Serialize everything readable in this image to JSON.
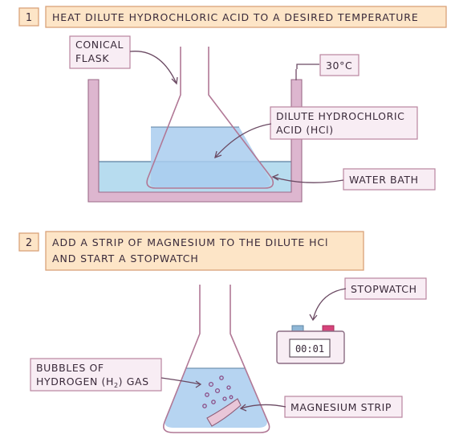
{
  "steps": [
    {
      "number": "1",
      "text": "HEAT DILUTE HYDROCHLORIC ACID TO A DESIRED TEMPERATURE"
    },
    {
      "number": "2",
      "line1": "ADD A STRIP OF MAGNESIUM TO THE DILUTE HCl",
      "line2": "AND START A STOPWATCH"
    }
  ],
  "labels": {
    "conical_flask_1": "CONICAL",
    "conical_flask_2": "FLASK",
    "temperature": "30°C",
    "acid_1": "DILUTE HYDROCHLORIC",
    "acid_2": "ACID (HCl)",
    "water_bath": "WATER BATH",
    "stopwatch": "STOPWATCH",
    "bubbles_1": "BUBBLES OF",
    "bubbles_2_pre": "HYDROGEN (H",
    "bubbles_2_sub": "2",
    "bubbles_2_post": ") GAS",
    "magnesium": "MAGNESIUM STRIP"
  },
  "stopwatch_display": "00:01",
  "colors": {
    "step_box": "#fde5c7",
    "label_box": "#f8edf4",
    "water": "#b7dcef",
    "acid": "#a9cdee",
    "bath_wall": "#ddb6cf",
    "stopwatch_blue_button": "#8fb7d6",
    "stopwatch_pink_button": "#d6437a"
  }
}
